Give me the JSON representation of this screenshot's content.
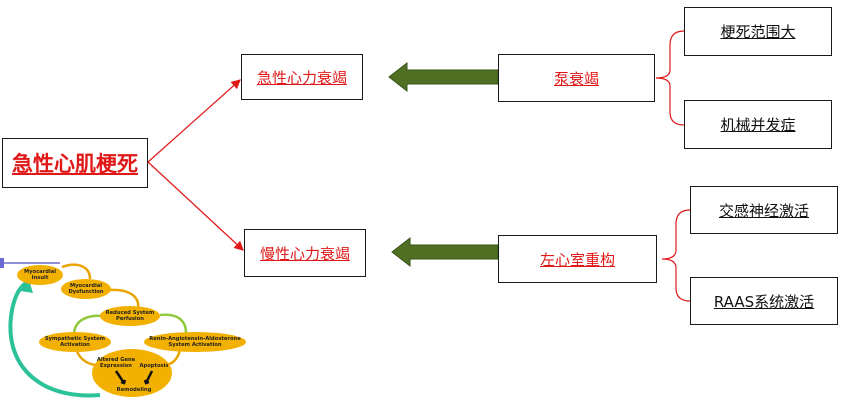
{
  "root": "急性心肌梗死",
  "acute_hf": "急性心力衰竭",
  "chronic_hf": "慢性心力衰竭",
  "pump_failure": "泵衰竭",
  "lv_remodeling": "左心室重构",
  "leaves": {
    "infarct_large": "梗死范围大",
    "mechanical": "机械并发症",
    "sympathetic": "交感神经激活",
    "raas": "RAAS系统激活"
  },
  "inset": {
    "n1": [
      "Myocardial",
      "Insult"
    ],
    "n2": [
      "Myocardial",
      "Dysfunction"
    ],
    "n3": [
      "Reduced System",
      "Perfusion"
    ],
    "n4": [
      "Sympathetic System",
      "Activation"
    ],
    "n5": [
      "Renin-Angiotensin-Aldosterone",
      "System Activation"
    ],
    "n6a": [
      "Altered Gene",
      "Expression"
    ],
    "n6b": "Apoptosis",
    "n6c": "Remodeling"
  },
  "colors": {
    "red": "#e01818",
    "arrow_green": "#4f6f22",
    "node_gold": "#f2b000",
    "loop_teal": "#2bc29a"
  }
}
